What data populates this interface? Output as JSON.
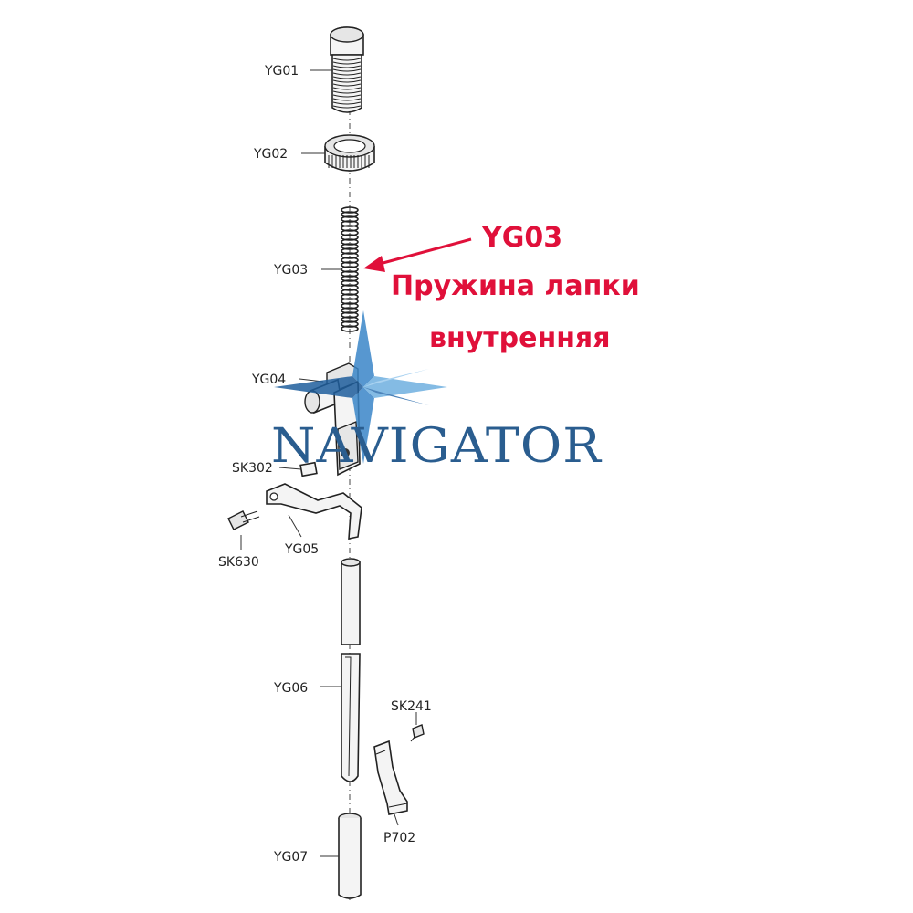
{
  "labels": {
    "yg01": "YG01",
    "yg02": "YG02",
    "yg03": "YG03",
    "yg04": "YG04",
    "sk302": "SK302",
    "sk630": "SK630",
    "yg05": "YG05",
    "yg06": "YG06",
    "sk241": "SK241",
    "p702": "P702",
    "yg07": "YG07"
  },
  "highlight": {
    "code": "YG03",
    "line1": "Пружина лапки",
    "line2": "внутренняя",
    "color": "#e0103a"
  },
  "watermark": {
    "text": "NAVIGATOR",
    "color": "#2a5d8f"
  }
}
